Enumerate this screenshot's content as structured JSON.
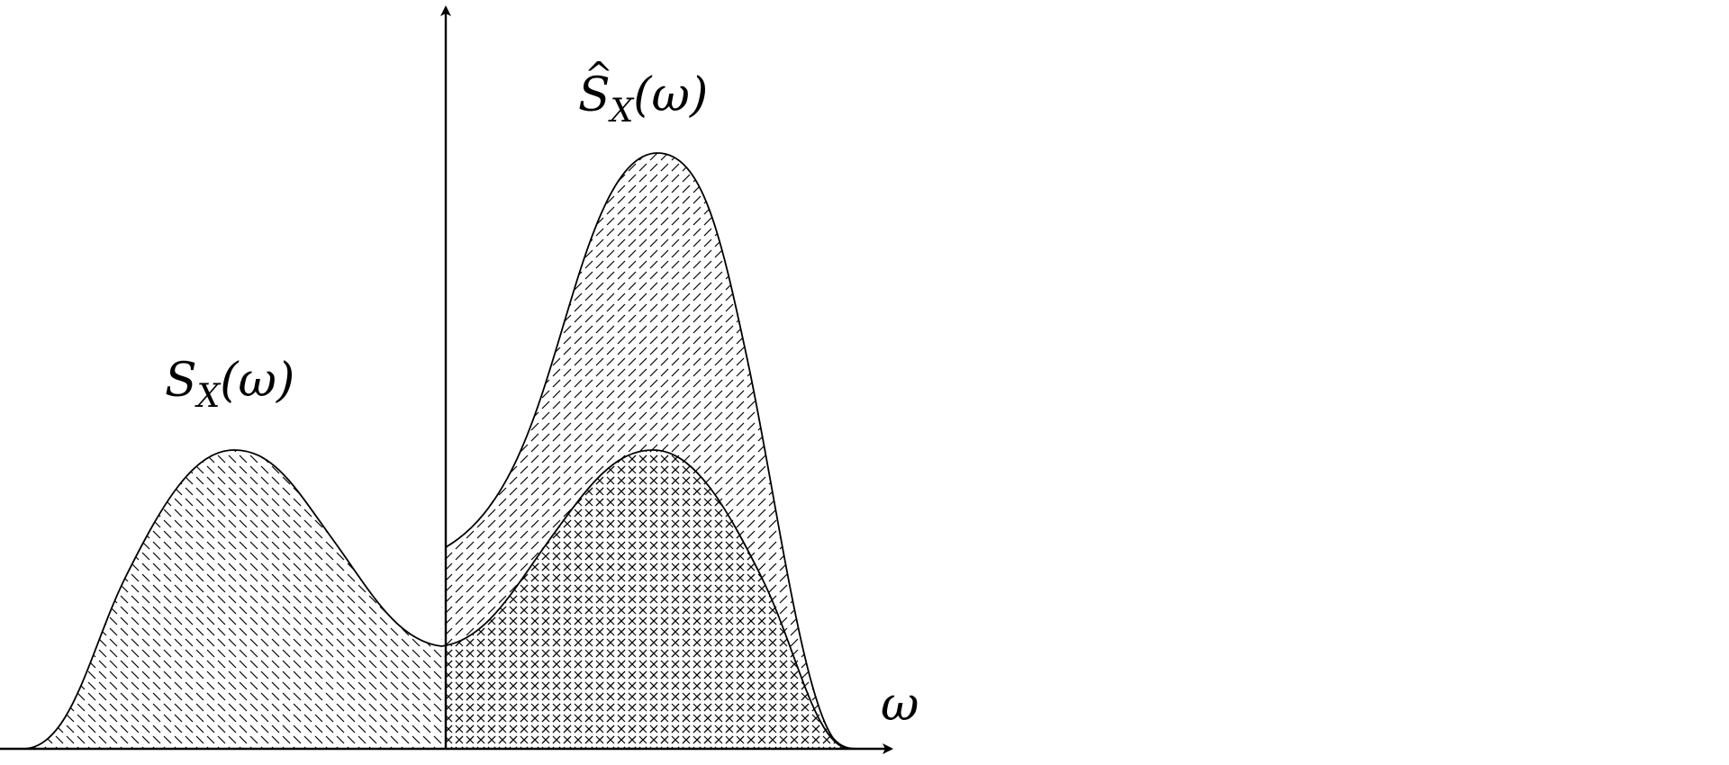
{
  "diagram": {
    "labels": {
      "S_x": {
        "main": "S",
        "sub": "X",
        "arg": "(ω)"
      },
      "S_hat": {
        "hat": "^",
        "main": "S",
        "sub": "X",
        "arg": "(ω)"
      },
      "omega_axis": "ω"
    },
    "hatch": {
      "left_pattern": "backslash-dashes",
      "right_outer_pattern": "slash-dashes",
      "overlap_pattern": "crosshatch"
    },
    "colors": {
      "stroke": "#000000",
      "background": "#ffffff"
    }
  }
}
